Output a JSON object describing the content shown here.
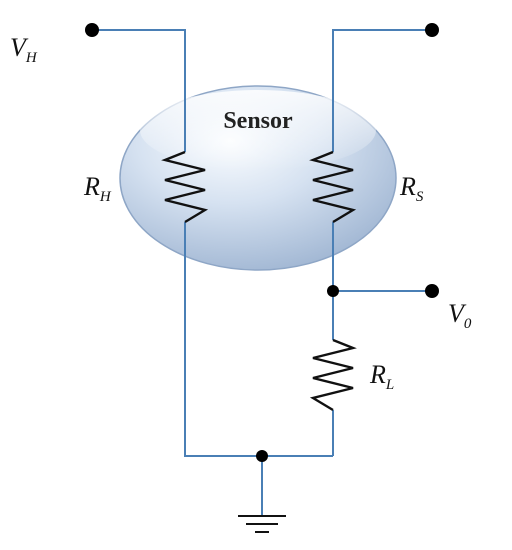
{
  "diagram": {
    "sensor_label": "Sensor",
    "labels": {
      "vh": {
        "main": "V",
        "sub": "H"
      },
      "rh": {
        "main": "R",
        "sub": "H"
      },
      "rs": {
        "main": "R",
        "sub": "S"
      },
      "v0": {
        "main": "V",
        "sub": "0"
      },
      "rl": {
        "main": "R",
        "sub": "L"
      }
    },
    "colors": {
      "wire": "#4a7fb5",
      "sensor_fill_light": "#f4f7fc",
      "sensor_fill_dark": "#a9bed8",
      "component": "#111111"
    }
  }
}
